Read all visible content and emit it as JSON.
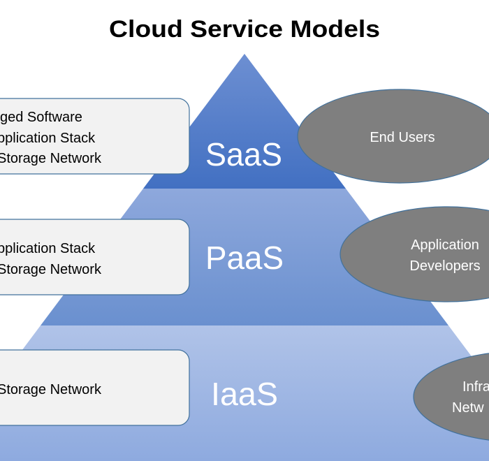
{
  "title": "Cloud Service Models",
  "tiers": [
    {
      "label": "SaaS",
      "color": "#4472c4",
      "box_lines": [
        "ged Software",
        "pplication Stack",
        "Storage Network"
      ],
      "audience_lines": [
        "End Users"
      ]
    },
    {
      "label": "PaaS",
      "color": "#6f93d3",
      "box_lines": [
        "pplication Stack",
        "Storage Network"
      ],
      "audience_lines": [
        "Application",
        "Developers"
      ]
    },
    {
      "label": "IaaS",
      "color": "#9fb7e3",
      "box_lines": [
        "Storage Network"
      ],
      "audience_lines": [
        "Infra",
        "Netw"
      ]
    }
  ],
  "colors": {
    "ellipse": "#7f7f7f",
    "box_fill": "#f2f2f2",
    "box_border": "#41719c"
  }
}
